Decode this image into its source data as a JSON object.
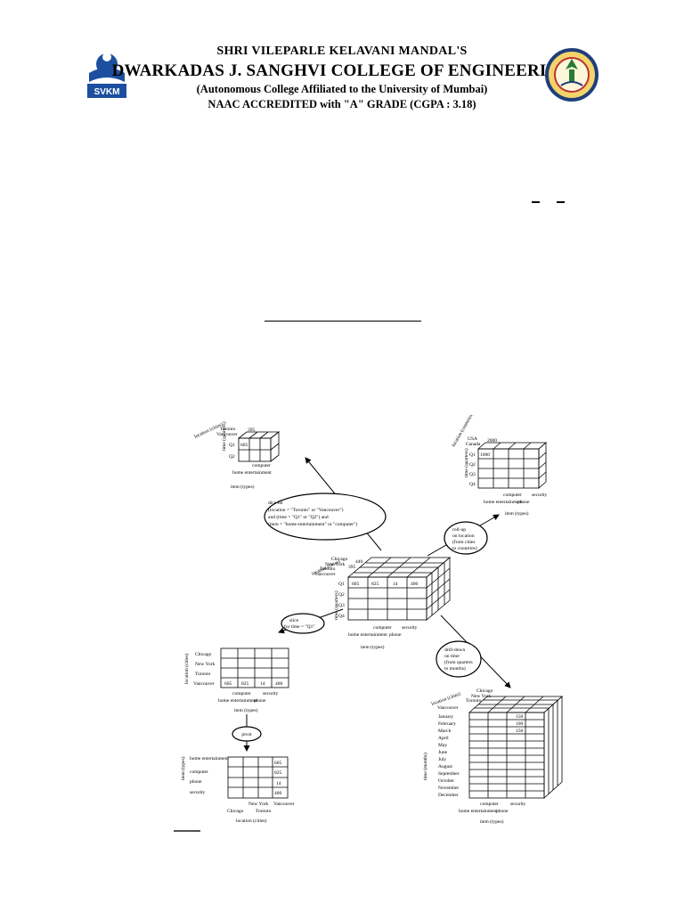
{
  "header": {
    "line1": "SHRI VILEPARLE KELAVANI MANDAL'S",
    "line2": "DWARKADAS J. SANGHVI COLLEGE OF ENGINEERING",
    "line3": "(Autonomous College Affiliated to the University of Mumbai)",
    "line4": "NAAC ACCREDITED with \"A\" GRADE (CGPA : 3.18)",
    "left_logo_text": "SVKM"
  },
  "diagram": {
    "dice_label": [
      "dice for",
      "(location = \"Toronto\" or \"Vancouver\")",
      "and (time = \"Q1\" or \"Q2\") and",
      "(item = \"home entertainment\" or \"computer\")"
    ],
    "rollup_label": [
      "roll-up",
      "on location",
      "(from cities",
      "to countries)"
    ],
    "slice_label": [
      "slice",
      "for time = \"Q1\""
    ],
    "drilldown_label": [
      "drill-down",
      "on time",
      "(from quarters",
      "to months)"
    ],
    "pivot_label": "pivot",
    "cube_dice": {
      "location_axis": "location (cities)",
      "locations": [
        "Toronto",
        "Vancouver"
      ],
      "top_value": "395",
      "time_axis": "time (quarters)",
      "times": [
        "Q1",
        "Q2"
      ],
      "cell_value": "605",
      "items": [
        "computer",
        "home entertainment"
      ],
      "item_axis": "item (types)"
    },
    "cube_rollup": {
      "location_axis": "location (countries)",
      "locations": [
        "USA",
        "Canada"
      ],
      "top_value": "2000",
      "time_axis": "time (quarters)",
      "times": [
        "Q1",
        "Q2",
        "Q3",
        "Q4"
      ],
      "cell_value": "1000",
      "items": [
        "computer",
        "security",
        "home entertainment",
        "phone"
      ],
      "item_axis": "item (types)"
    },
    "cube_main": {
      "location_axis": "location (cities)",
      "locations": [
        "Chicago",
        "New York",
        "Toronto",
        "Vancouver"
      ],
      "top_values": [
        "440",
        "395"
      ],
      "time_axis": "time (quarters)",
      "times": [
        "Q1",
        "Q2",
        "Q3",
        "Q4"
      ],
      "row_values": [
        "605",
        "825",
        "14",
        "400"
      ],
      "items": [
        "computer",
        "security",
        "home entertainment",
        "phone"
      ],
      "item_axis": "item (types)"
    },
    "grid_slice": {
      "location_axis": "location (cities)",
      "rows": [
        "Chicago",
        "New York",
        "Toronto",
        "Vancouver"
      ],
      "values": [
        "605",
        "825",
        "14",
        "400"
      ],
      "items": [
        "computer",
        "security",
        "home entertainment",
        "phone"
      ],
      "item_axis": "item (types)"
    },
    "grid_pivot": {
      "item_axis": "item (types)",
      "rows": [
        "home entertainment",
        "computer",
        "phone",
        "security"
      ],
      "values": [
        "605",
        "825",
        "14",
        "400"
      ],
      "cols": [
        "New York",
        "Vancouver",
        "Chicago",
        "Toronto"
      ],
      "location_axis": "location (cities)"
    },
    "cube_drill": {
      "location_axis": "location (cities)",
      "locations": [
        "Chicago",
        "New York",
        "Toronto",
        "Vancouver"
      ],
      "time_axis": "time (months)",
      "months": [
        "January",
        "February",
        "March",
        "April",
        "May",
        "June",
        "July",
        "August",
        "September",
        "October",
        "November",
        "December"
      ],
      "values": [
        "150",
        "100",
        "150"
      ],
      "items": [
        "computer",
        "security",
        "home entertainment",
        "phone"
      ],
      "item_axis": "item (types)"
    }
  }
}
